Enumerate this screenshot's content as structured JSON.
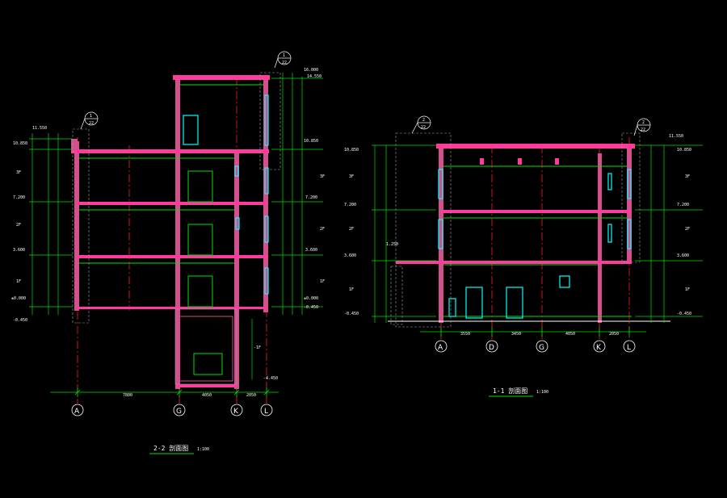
{
  "colors": {
    "background": "#000000",
    "wall": "#d2508c",
    "slab": "#ff3c9e",
    "dimension": "#00e000",
    "axis_line": "#ff2020",
    "window": "#00ffff",
    "hidden": "#a0a0a0",
    "text": "#ffffff",
    "stair": "#ffe070"
  },
  "section_left": {
    "title": "2-2 剖面图",
    "scale": "1:100",
    "axes": [
      "A",
      "G",
      "K",
      "L"
    ],
    "span_dims": [
      "7800",
      "4050",
      "2050"
    ],
    "levels": [
      "11.550",
      "10.850",
      "7.200",
      "3.600",
      "±0.000",
      "-0.450",
      "-4.450"
    ],
    "floor_marks": [
      "3F",
      "2F",
      "1F",
      "-1F"
    ],
    "top_levels": [
      "16.000",
      "14.550"
    ],
    "detail_callout": {
      "num": "1",
      "sheet": "22"
    }
  },
  "section_right": {
    "title": "1-1 剖面图",
    "scale": "1:100",
    "axes": [
      "A",
      "D",
      "G",
      "K",
      "L"
    ],
    "span_dims": [
      "3550",
      "3450",
      "4050",
      "2050"
    ],
    "levels": [
      "11.550",
      "10.850",
      "7.200",
      "3.600",
      "-0.450"
    ],
    "floor_marks": [
      "3F",
      "2F",
      "1F"
    ],
    "left_level": "1.250",
    "detail_callout": {
      "num": "2",
      "sheet": "22"
    }
  }
}
